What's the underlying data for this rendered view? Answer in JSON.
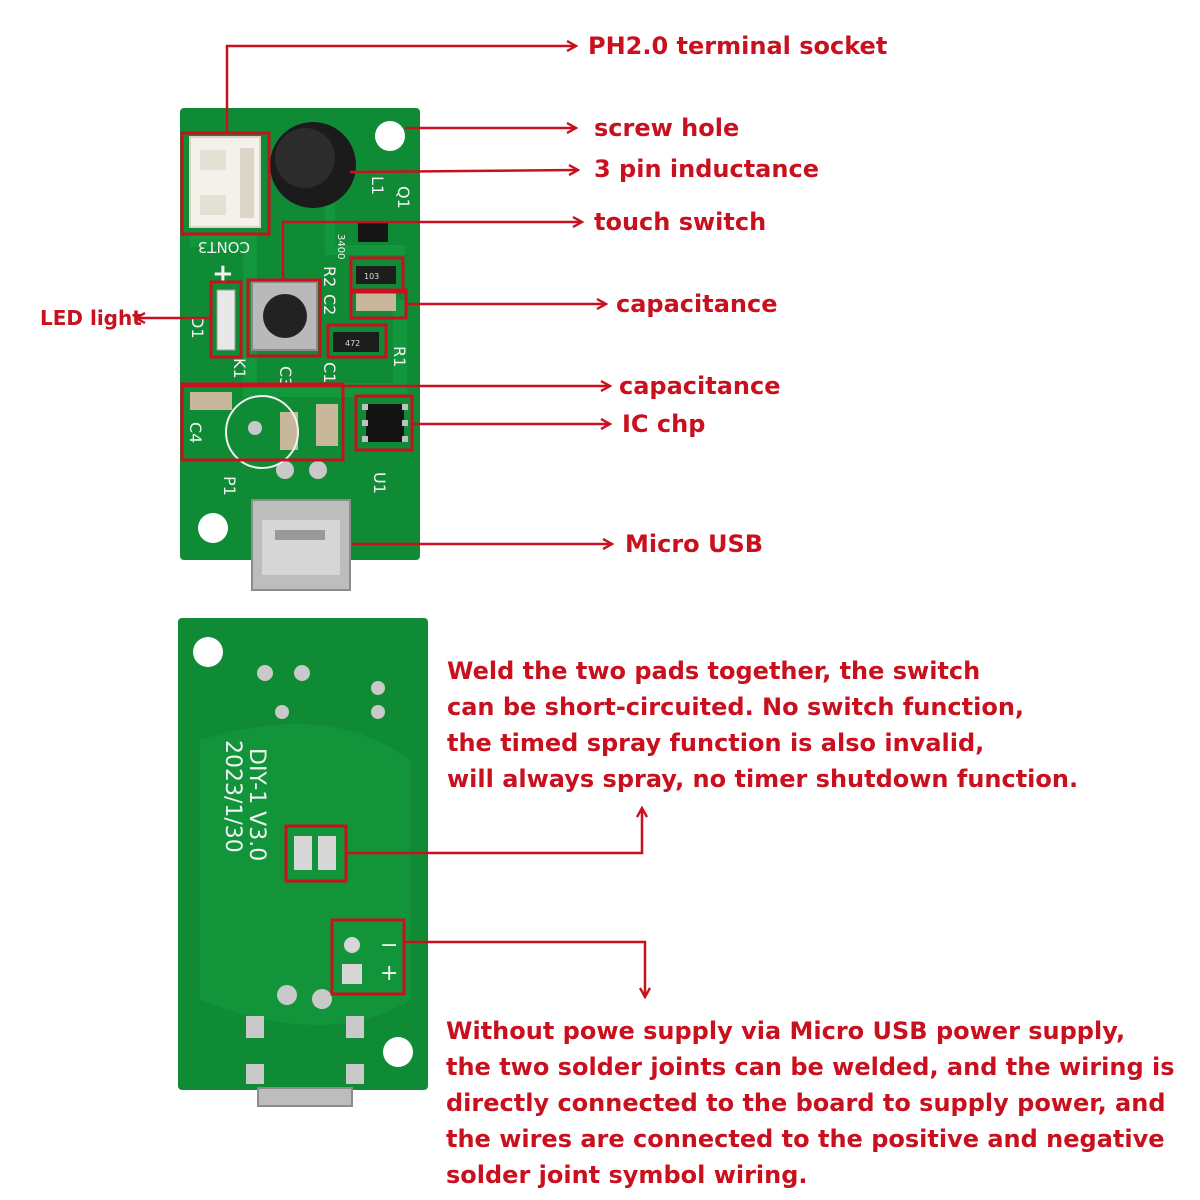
{
  "colors": {
    "annotation": "#c8101e",
    "pcb_green": "#0f8a35",
    "silkscreen": "#f2f2f2"
  },
  "top_board": {
    "silkscreen": {
      "cont3": "CONT3",
      "plus": "+",
      "d1": "D1",
      "k1": "K1",
      "l1": "L1",
      "q1": "Q1",
      "r2": "R2",
      "c2": "C2",
      "r1": "R1",
      "c3": "C3",
      "c1": "C1",
      "c4": "C4",
      "u1": "U1",
      "p1": "P1",
      "code_3400": "3400",
      "code_472": "472",
      "code_103": "103"
    }
  },
  "bottom_board": {
    "silkscreen": {
      "model": "DIY-1  V3.0",
      "date": "2023/1/30",
      "minus": "−",
      "plus": "+"
    }
  },
  "callouts": {
    "ph20": "PH2.0 terminal socket",
    "screw_hole": "screw hole",
    "inductance": "3 pin inductance",
    "touch_switch": "touch switch",
    "capacitance_1": "capacitance",
    "led_light": "LED light",
    "capacitance_2": "capacitance",
    "ic_chip": "IC chp",
    "micro_usb": "Micro USB"
  },
  "notes": {
    "weld_pads": [
      "Weld the two pads together, the switch",
      "can be short-circuited. No switch function,",
      "the timed spray function is also invalid,",
      "will always spray, no timer shutdown function."
    ],
    "power_supply": [
      "Without powe supply via Micro USB power supply,",
      "the two solder joints can be welded, and the wiring is",
      "directly connected to the board to supply power, and",
      "the wires are connected to the positive and negative",
      "solder joint symbol wiring."
    ]
  }
}
